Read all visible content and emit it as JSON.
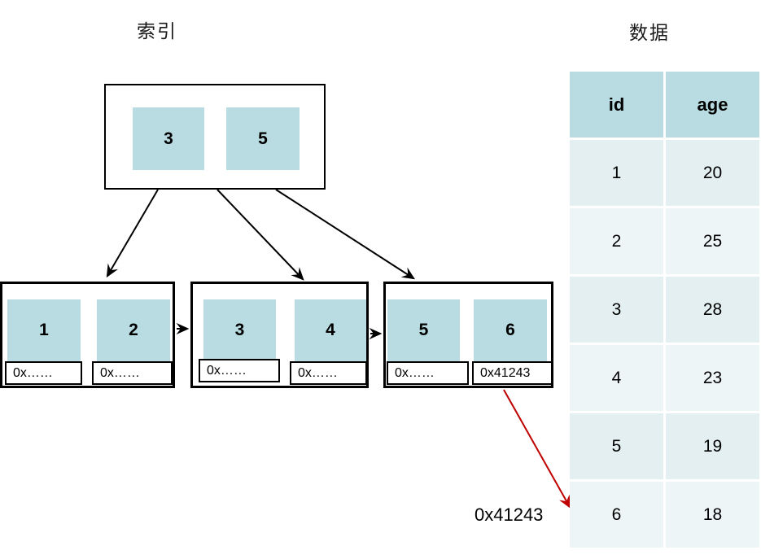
{
  "titles": {
    "index": "索引",
    "data": "数据"
  },
  "root": {
    "keys": [
      "3",
      "5"
    ]
  },
  "leaves": [
    {
      "keys": [
        "1",
        "2"
      ],
      "pointers": [
        "0x……",
        "0x……"
      ]
    },
    {
      "keys": [
        "3",
        "4"
      ],
      "pointers": [
        "0x……",
        "0x……"
      ]
    },
    {
      "keys": [
        "5",
        "6"
      ],
      "pointers": [
        "0x……",
        "0x41243"
      ]
    }
  ],
  "callout": {
    "label": "0x41243"
  },
  "table": {
    "columns": [
      "id",
      "age"
    ],
    "rows": [
      [
        "1",
        "20"
      ],
      [
        "2",
        "25"
      ],
      [
        "3",
        "28"
      ],
      [
        "4",
        "23"
      ],
      [
        "5",
        "19"
      ],
      [
        "6",
        "18"
      ]
    ]
  },
  "colors": {
    "key_cell_fill": "#b8dce1",
    "table_header_fill": "#b8dce1",
    "table_row_odd": "#e4eff2",
    "table_row_even": "#eef5f7",
    "tree_arrow": "#000000",
    "pointer_arrow": "#c00000"
  }
}
